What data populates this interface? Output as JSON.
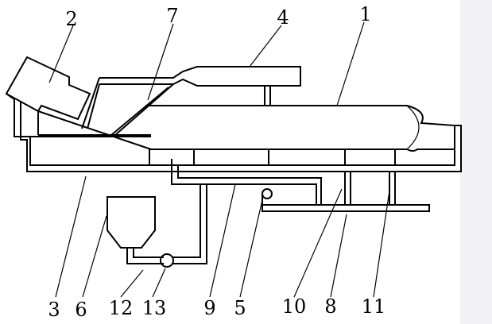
{
  "diagram": {
    "labels": {
      "l1": "1",
      "l2": "2",
      "l3": "3",
      "l4": "4",
      "l5": "5",
      "l6": "6",
      "l7": "7",
      "l8": "8",
      "l9": "9",
      "l10": "10",
      "l11": "11",
      "l12": "12",
      "l13": "13"
    }
  }
}
